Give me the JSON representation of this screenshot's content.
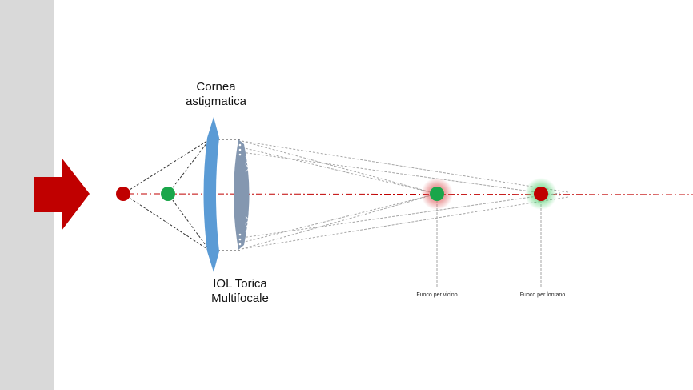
{
  "labels": {
    "cornea_line1": "Cornea",
    "cornea_line2": "astigmatica",
    "iol_line1": "IOL Torica",
    "iol_line2": "Multifocale",
    "focus_near": "Fuoco per vicino",
    "focus_far": "Fuoco per lontano"
  },
  "colors": {
    "sidebar": "#d9d9d9",
    "arrow": "#c00000",
    "red_dot": "#c00000",
    "green_dot": "#1aa64a",
    "cornea": "#5b9bd5",
    "iol": "#8497b0",
    "axis": "#c00000",
    "rays": "#a6a6a6",
    "near_glow": "#e06666",
    "far_glow": "#5fd37a"
  }
}
